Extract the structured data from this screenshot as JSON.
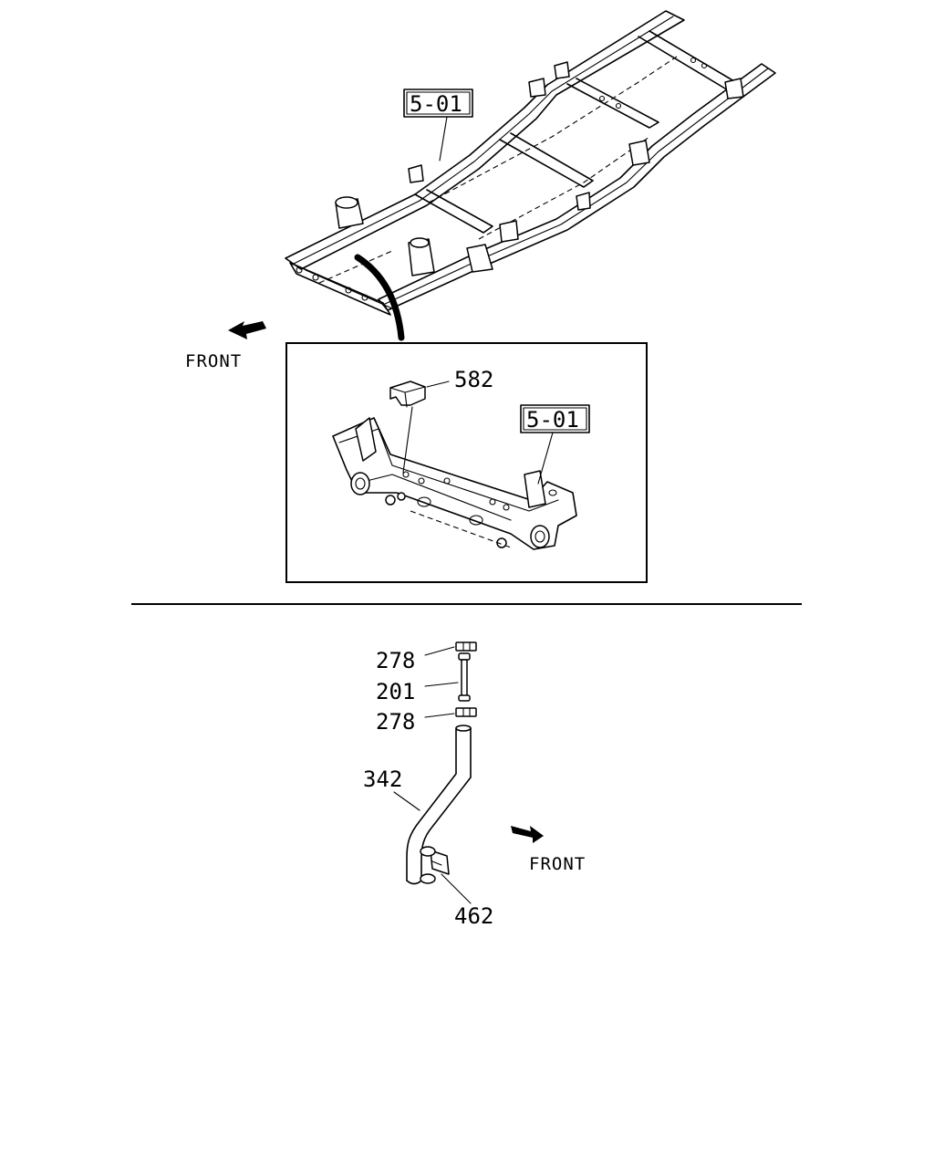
{
  "callouts": {
    "frame_top": "5-01",
    "frame_detail": "5-01",
    "bracket": "582",
    "nut_upper": "278",
    "bolt": "201",
    "nut_lower": "278",
    "hose": "342",
    "clip": "462"
  },
  "direction_labels": {
    "upper": "FRONT",
    "lower": "FRONT"
  },
  "colors": {
    "line": "#000000",
    "background": "#ffffff"
  }
}
